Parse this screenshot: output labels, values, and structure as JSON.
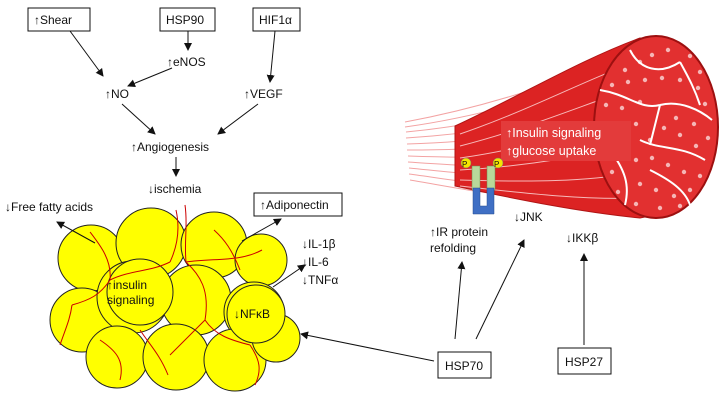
{
  "diagram": {
    "boxes": {
      "shear": "↑Shear",
      "hsp90": "HSP90",
      "hif1a": "HIF1α",
      "adiponectin": "↑Adiponectin",
      "hsp70": "HSP70",
      "hsp27": "HSP27"
    },
    "labels": {
      "enos": "↑eNOS",
      "no": "↑NO",
      "vegf": "↑VEGF",
      "angiogenesis": "↑Angiogenesis",
      "ischemia": "↓ischemia",
      "free_fatty_acids": "↓Free fatty acids",
      "il1b": "↓IL-1β",
      "il6": "↓IL-6",
      "tnfa": "↓TNFα",
      "insulin_signaling_line1": "↑insulin",
      "insulin_signaling_line2": "signaling",
      "nfkb": "↓NFκB",
      "ir_refolding_line1": "↑IR protein",
      "ir_refolding_line2": "refolding",
      "jnk": "↓JNK",
      "ikkb": "↓IKKβ",
      "phospho_1": "P",
      "phospho_2": "P"
    },
    "muscle_banner": {
      "line1": "↑Insulin signaling",
      "line2": "↑glucose uptake"
    },
    "colors": {
      "fat_fill": "#ffff00",
      "vessel": "#cc0000",
      "muscle": "#dc2323",
      "muscle_light": "#f3a3a3",
      "banner": "#e33b3b",
      "receptor_blue": "#3f6fc4",
      "receptor_green": "#b8d89a"
    }
  }
}
